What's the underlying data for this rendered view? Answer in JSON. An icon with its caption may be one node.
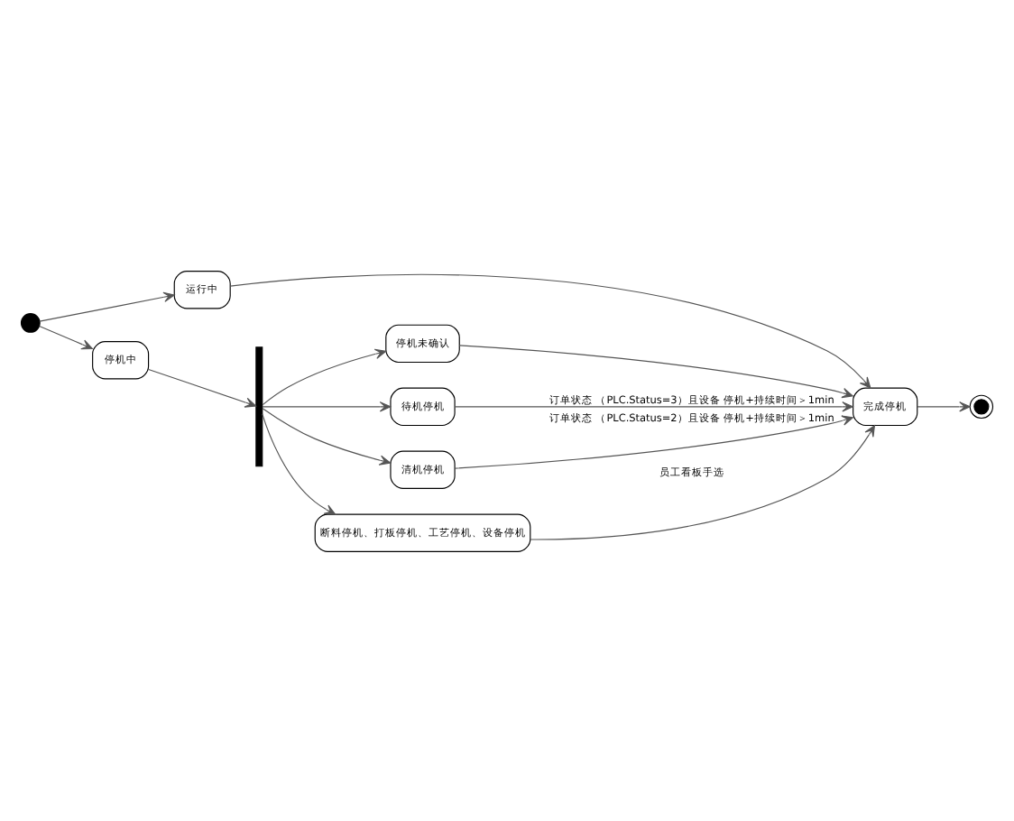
{
  "diagram": {
    "nodes": [
      {
        "text": [],
        "shape": "circle"
      },
      {
        "text": [
          "运行中"
        ]
      },
      {
        "text": [
          "停机中"
        ]
      },
      {
        "text": [],
        "shape": "bar"
      },
      {
        "text": [
          "停机未确认"
        ]
      },
      {
        "text": [
          "待机停机"
        ]
      },
      {
        "text": [
          "清机停机"
        ]
      },
      {
        "text": [
          "断料停机、打板停机、工艺停机、设备停机"
        ]
      },
      {
        "text": [
          "完成停机"
        ]
      },
      {
        "text": [],
        "shape": "bullseye"
      }
    ],
    "edges": [
      {
        "from": 0,
        "to": 1,
        "arrow": "to"
      },
      {
        "from": 0,
        "to": 2,
        "arrow": "to"
      },
      {
        "from": 2,
        "to": 3,
        "arrow": "to"
      },
      {
        "from": 3,
        "to": 4,
        "arrow": "to"
      },
      {
        "from": 3,
        "to": 5,
        "arrow": "to"
      },
      {
        "from": 3,
        "to": 6,
        "arrow": "to"
      },
      {
        "from": 3,
        "to": 7,
        "arrow": "to"
      },
      {
        "from": 1,
        "to": 8,
        "arrow": "to"
      },
      {
        "from": 4,
        "to": 8,
        "arrow": "to"
      },
      {
        "from": 5,
        "to": 8,
        "arrow": "to",
        "label": "订单状态 （PLC.Status=3）且设备 停机+持续时间＞1min"
      },
      {
        "from": 6,
        "to": 8,
        "arrow": "to",
        "label": "订单状态 （PLC.Status=2）且设备 停机+持续时间＞1min"
      },
      {
        "from": 7,
        "to": 8,
        "arrow": "to",
        "label": "员工看板手选"
      },
      {
        "from": 8,
        "to": 9,
        "arrow": "to"
      }
    ]
  }
}
